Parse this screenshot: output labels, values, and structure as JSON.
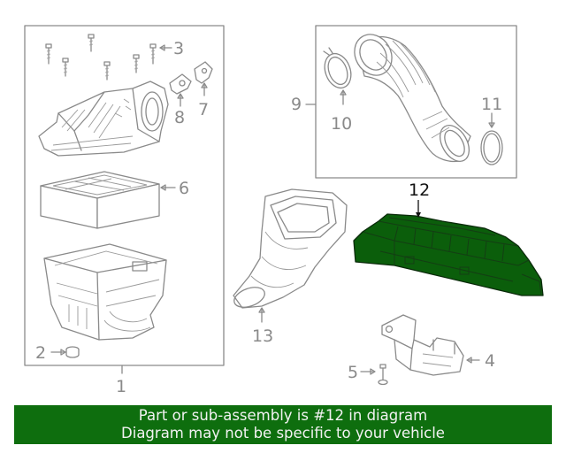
{
  "callouts": {
    "c1": "1",
    "c2": "2",
    "c3": "3",
    "c4": "4",
    "c5": "5",
    "c6": "6",
    "c7": "7",
    "c8": "8",
    "c9": "9",
    "c10": "10",
    "c11": "11",
    "c12": "12",
    "c13": "13"
  },
  "highlight_color": "#0b5e0b",
  "banner": {
    "line1": "Part or sub-assembly is #12 in diagram",
    "line2": "Diagram may not be specific to your vehicle",
    "color": "#0e6e0e"
  }
}
